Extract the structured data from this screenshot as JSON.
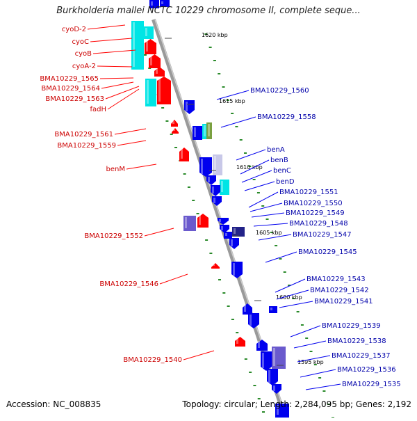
{
  "title": "Burkholderia mallei NCTC 10229 chromosome II, complete seque...",
  "accession": "Accession: NC_008835",
  "summary": "Topology: circular; Length: 2,284,095 bp; Genes: 2,192",
  "colors": {
    "backbone": "#888888",
    "minus_strand_gene": "#ff0000",
    "plus_strand_gene": "#0000ee",
    "minus_label": "#cc0000",
    "plus_label": "#0000aa",
    "gc_dash": "#2a8a2a",
    "cyan_feature": "#00e5e5",
    "purple_feature": "#6a5acd"
  },
  "scale_ticks": [
    "1620 kbp",
    "1615 kbp",
    "1610 kbp",
    "1605 kbp",
    "1600 kbp",
    "1595 kbp"
  ],
  "minus_strand_labels": [
    "cyoD-2",
    "cyoC",
    "cyoB",
    "cyoA-2",
    "BMA10229_1565",
    "BMA10229_1564",
    "BMA10229_1563",
    "fadH",
    "BMA10229_1561",
    "BMA10229_1559",
    "benM",
    "BMA10229_1552",
    "BMA10229_1546",
    "BMA10229_1540"
  ],
  "plus_strand_labels": [
    "BMA10229_1560",
    "BMA10229_1558",
    "benA",
    "benB",
    "benC",
    "benD",
    "BMA10229_1551",
    "BMA10229_1550",
    "BMA10229_1549",
    "BMA10229_1548",
    "BMA10229_1547",
    "BMA10229_1545",
    "BMA10229_1543",
    "BMA10229_1542",
    "BMA10229_1541",
    "BMA10229_1539",
    "BMA10229_1538",
    "BMA10229_1537",
    "BMA10229_1536",
    "BMA10229_1535"
  ]
}
